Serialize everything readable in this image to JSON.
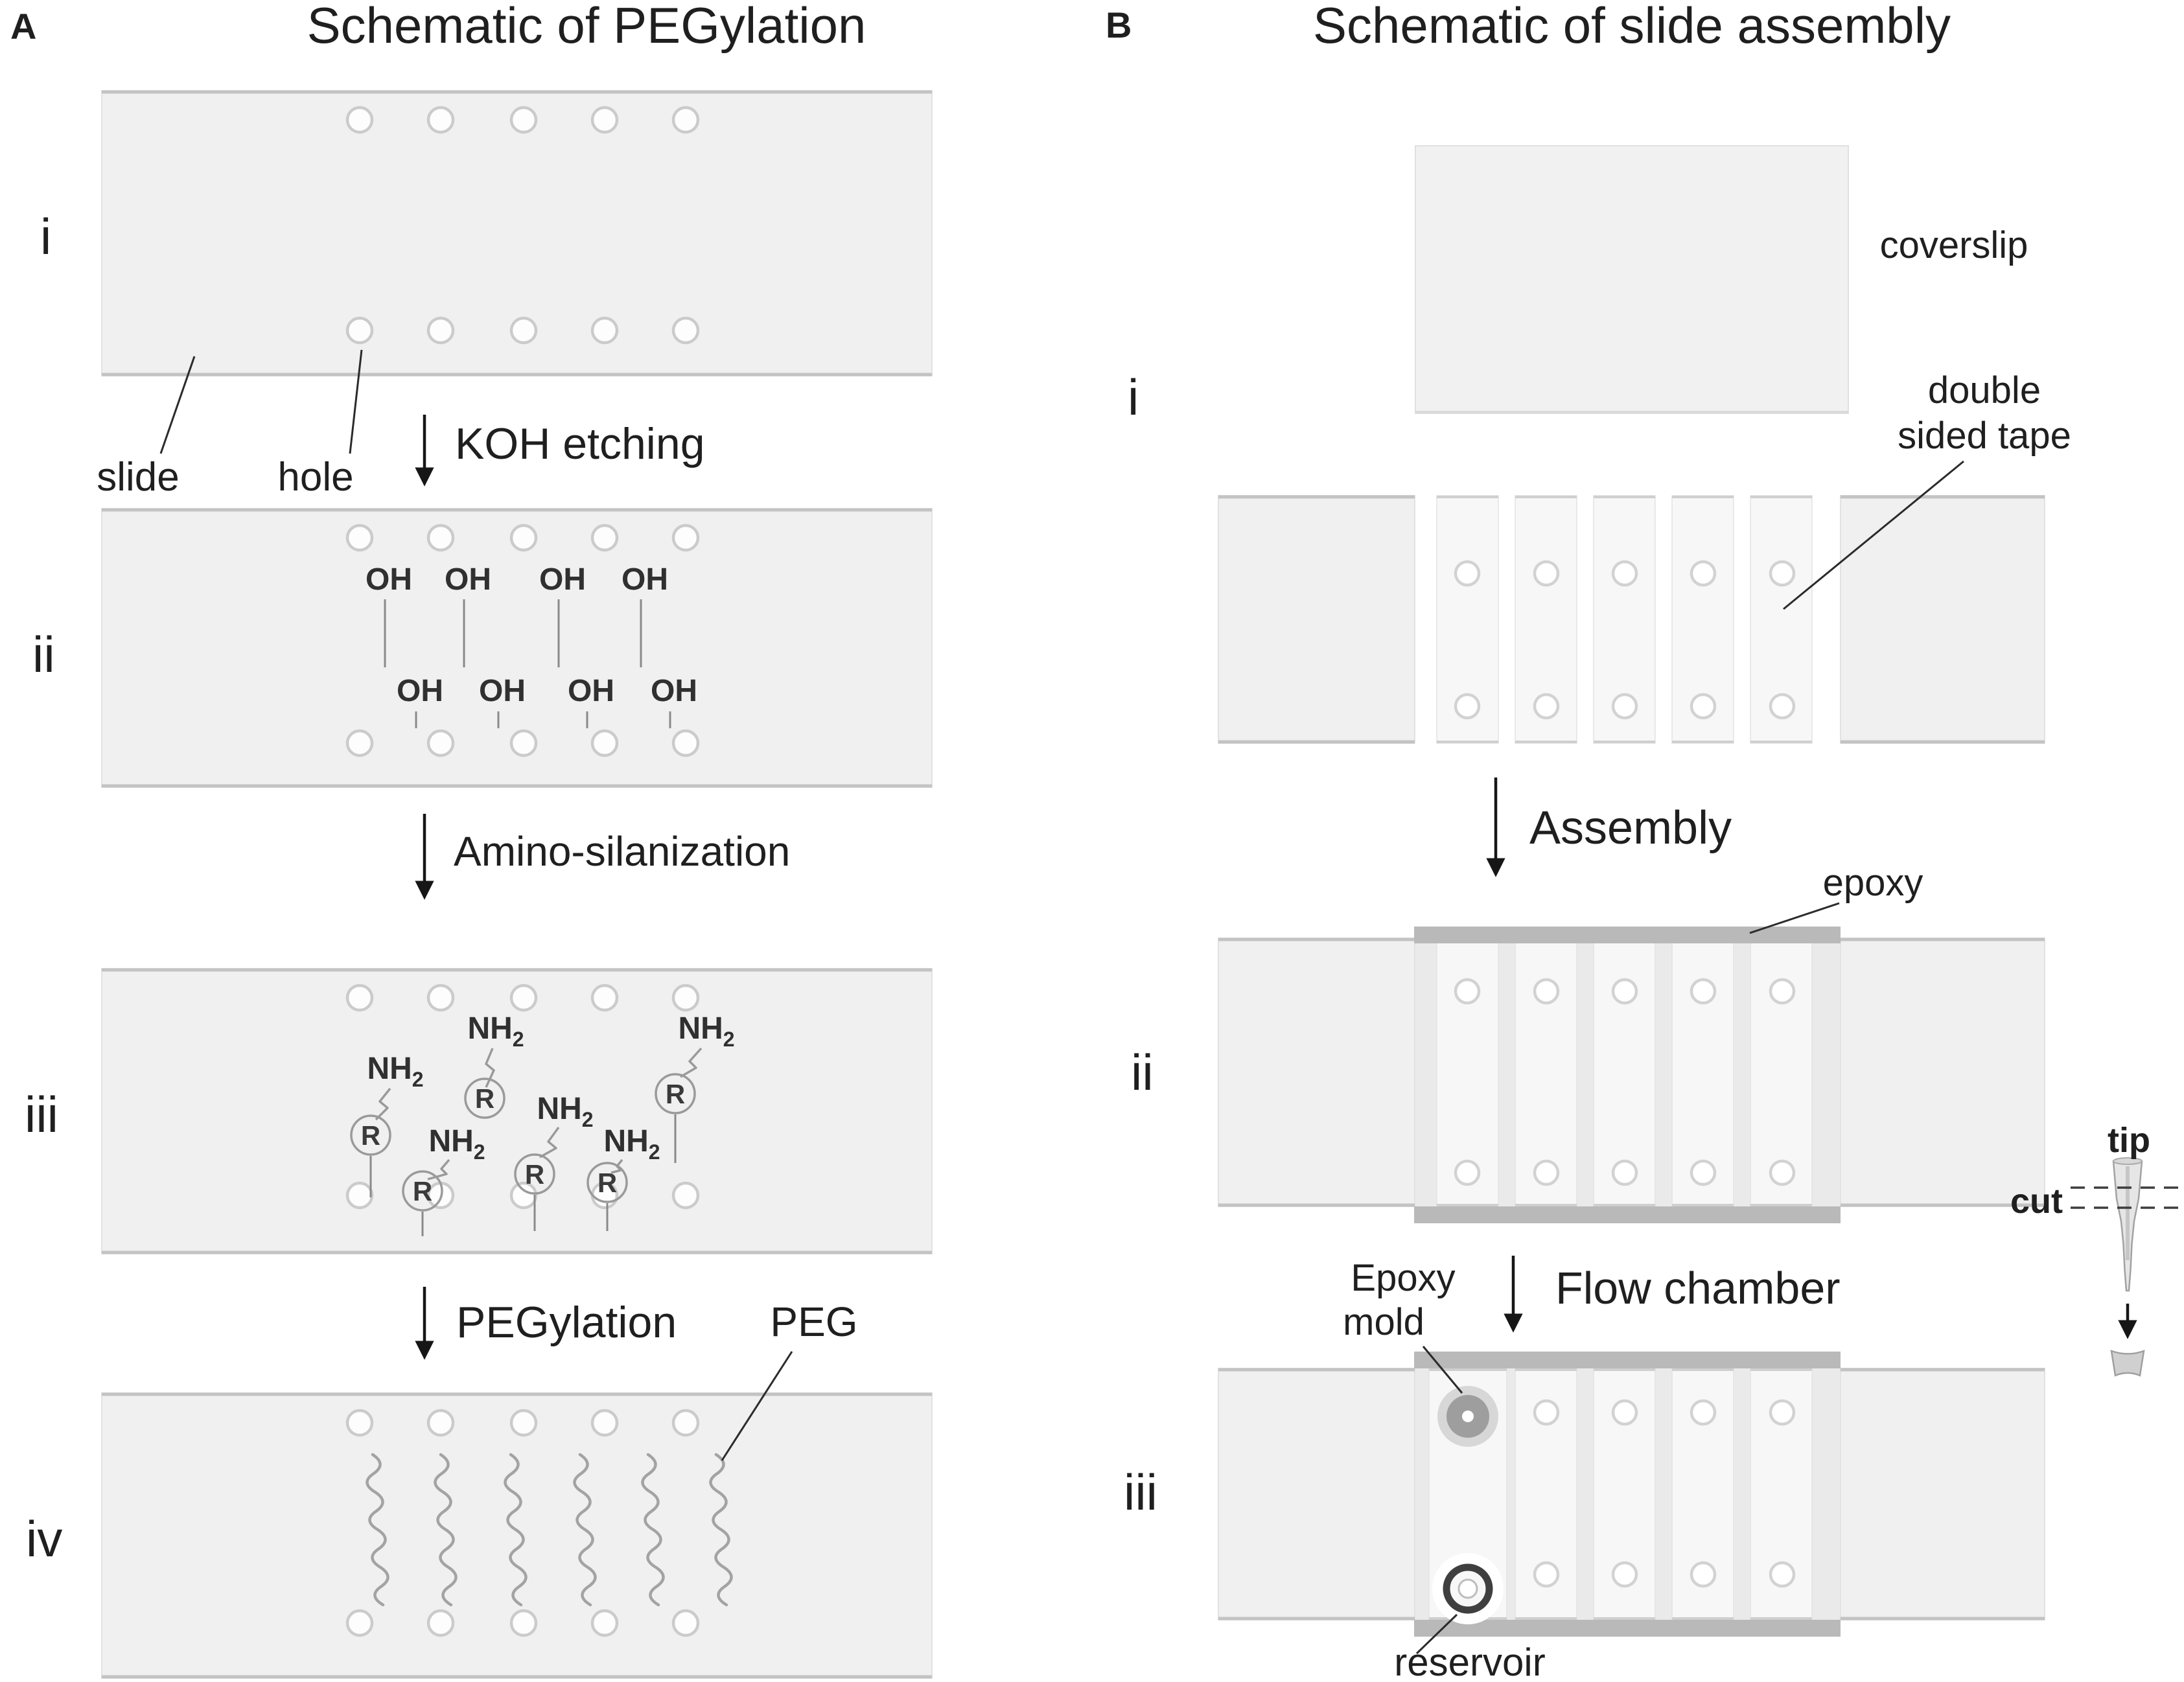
{
  "figure": {
    "panelA": {
      "letter": "A",
      "title": "Schematic of PEGylation",
      "steps": [
        "i",
        "ii",
        "iii",
        "iv"
      ],
      "labels": {
        "slide": "slide",
        "hole": "hole",
        "peg": "PEG"
      },
      "arrows": {
        "step1": "KOH etching",
        "step2": "Amino-silanization",
        "step3": "PEGylation"
      },
      "chem": {
        "hydroxyl": "OH",
        "amine_main": "NH",
        "amine_sub": "2",
        "r_group": "R"
      }
    },
    "panelB": {
      "letter": "B",
      "title": "Schematic of slide assembly",
      "steps": [
        "i",
        "ii",
        "iii"
      ],
      "labels": {
        "coverslip": "coverslip",
        "tape_line1": "double",
        "tape_line2": "sided tape",
        "epoxy": "epoxy",
        "mold_line1": "Epoxy",
        "mold_line2": "mold",
        "reservoir": "reservoir",
        "tip": "tip",
        "cut": "cut"
      },
      "arrows": {
        "step1": "Assembly",
        "step2": "Flow chamber"
      }
    },
    "colors": {
      "slide_fill": "#f0f0f0",
      "tape_strip": "#f7f7f7",
      "epoxy_bar": "#b9b9b9",
      "ink": "#1f1f1f"
    }
  }
}
